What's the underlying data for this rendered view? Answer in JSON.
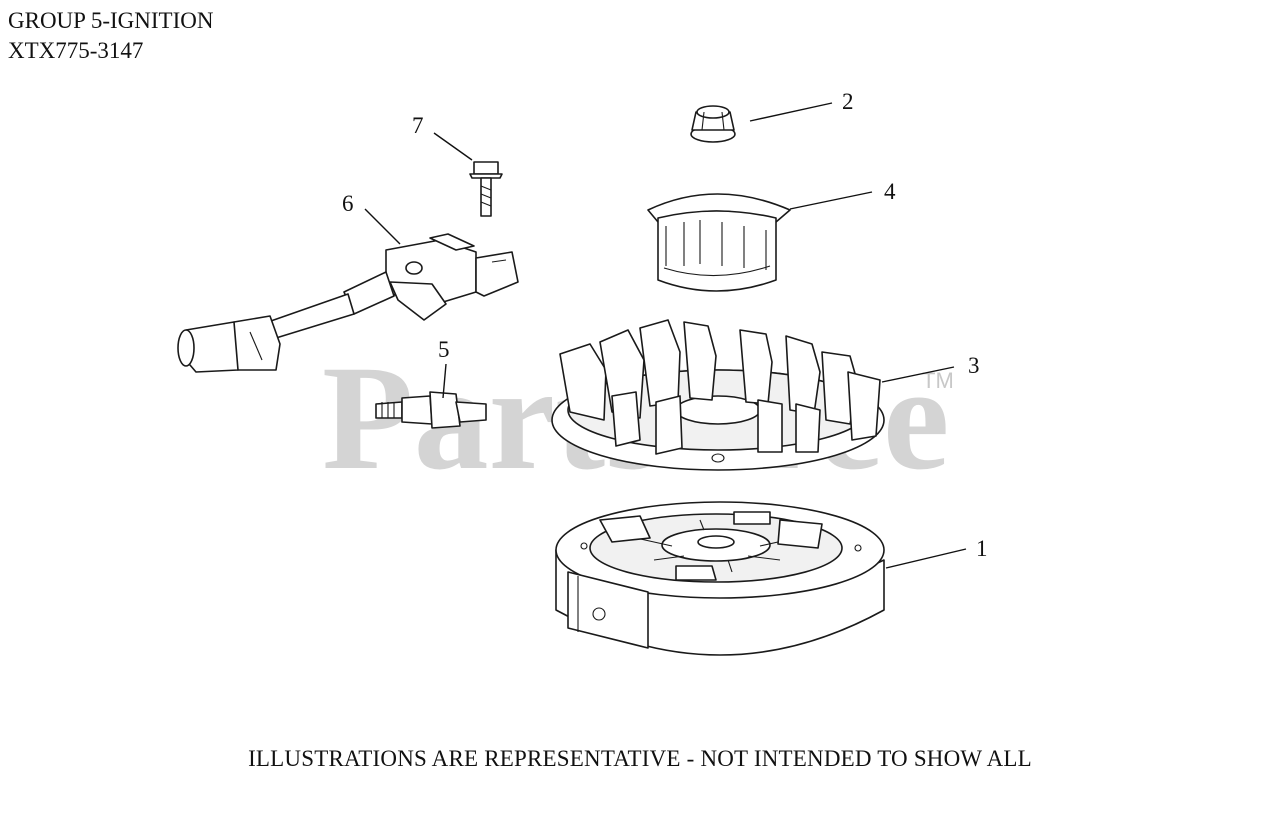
{
  "header": {
    "group_title": "GROUP 5-IGNITION",
    "model_number": "XTX775-3147"
  },
  "watermark": {
    "text": "PartsTree",
    "trademark": "TM"
  },
  "callouts": [
    "1",
    "2",
    "3",
    "4",
    "5",
    "6",
    "7"
  ],
  "footer": {
    "note": "ILLUSTRATIONS ARE REPRESENTATIVE - NOT INTENDED TO SHOW ALL"
  }
}
